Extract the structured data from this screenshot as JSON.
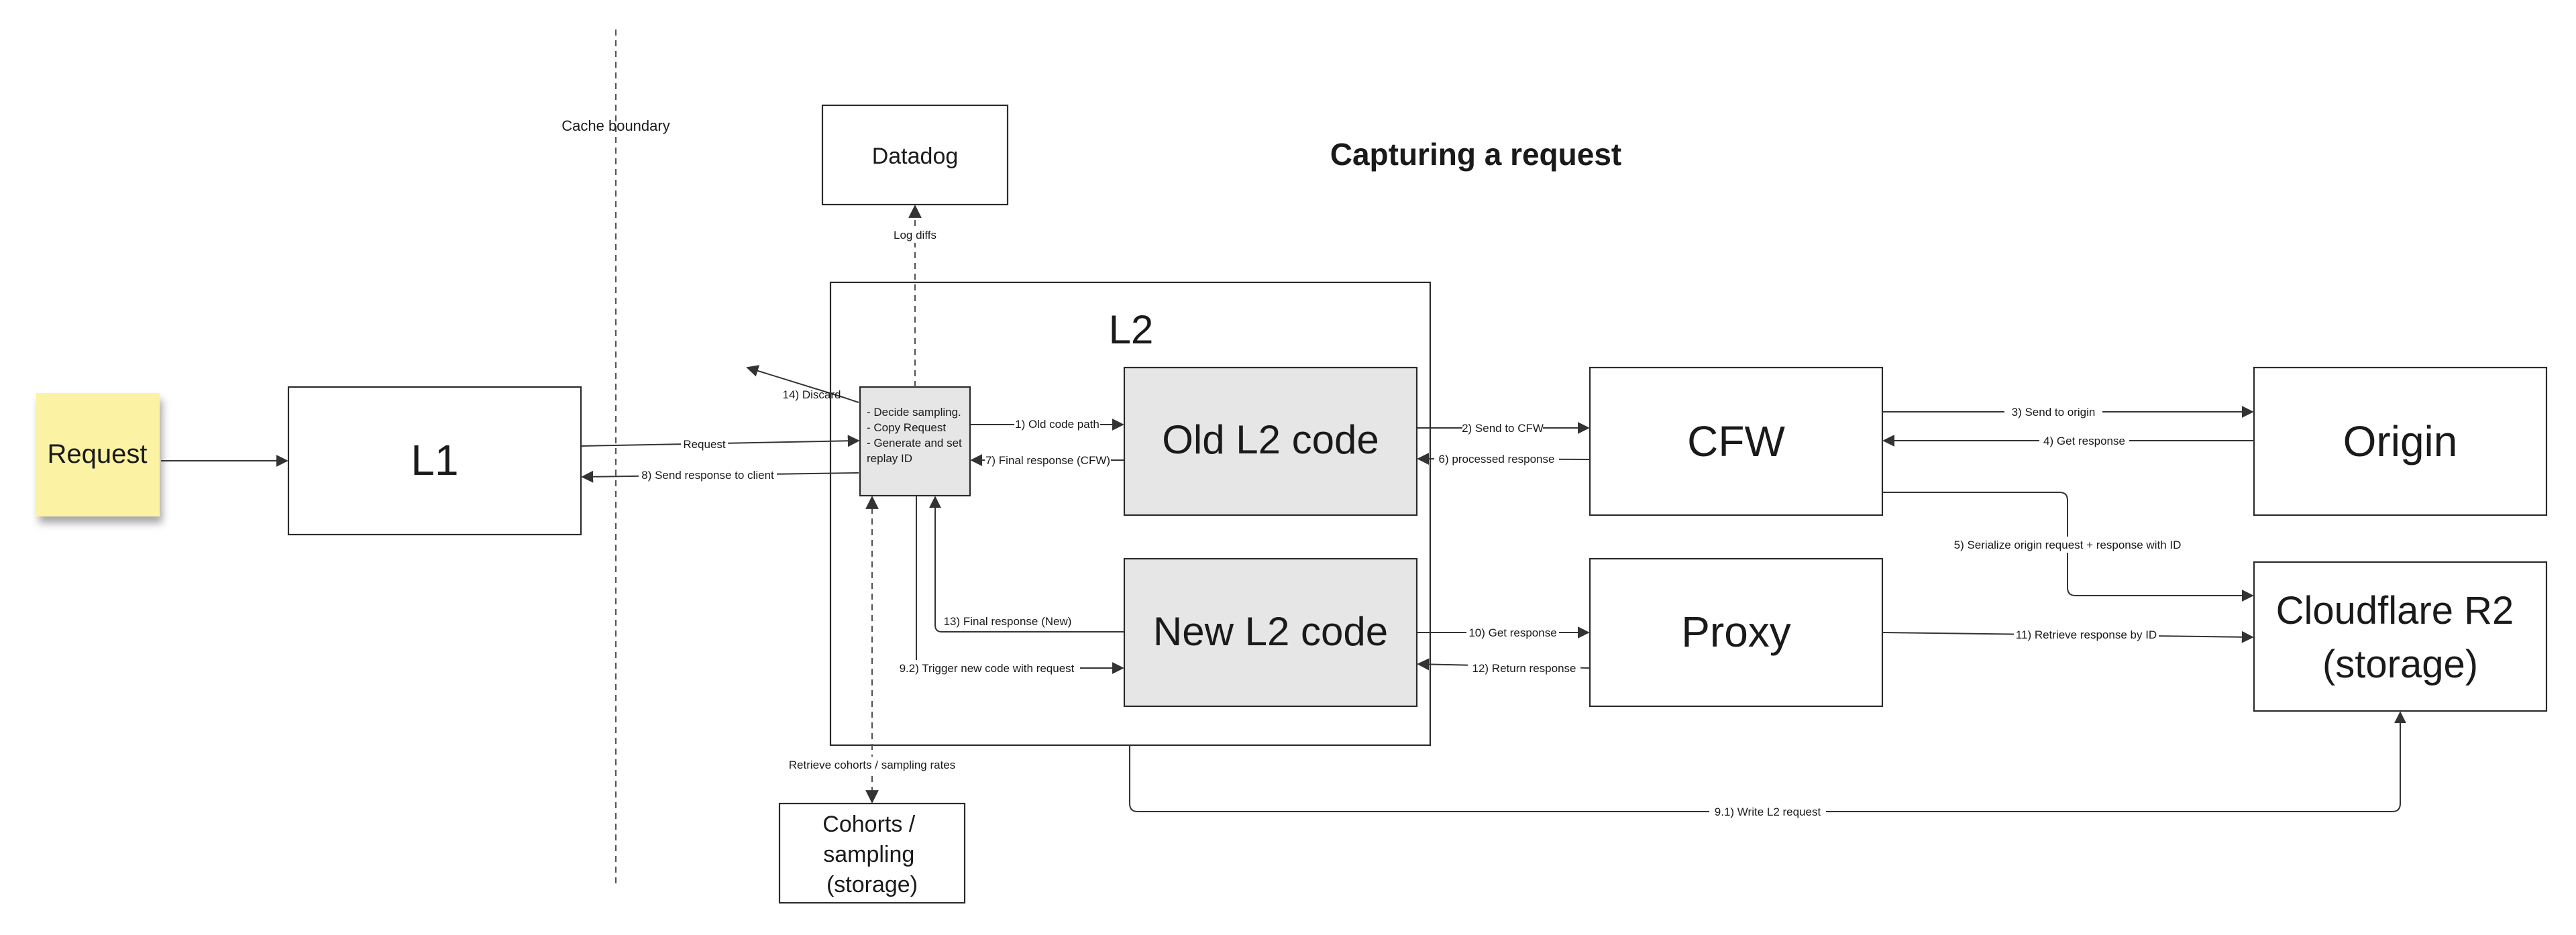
{
  "title": "Capturing a request",
  "boundary_label": "Cache boundary",
  "sticky_note": "Request",
  "nodes": {
    "l1": "L1",
    "l2": "L2",
    "datadog": "Datadog",
    "decide_lines": [
      "- Decide sampling.",
      "- Copy Request",
      "- Generate and set",
      "replay ID"
    ],
    "old_l2": "Old L2 code",
    "new_l2": "New L2 code",
    "cfw": "CFW",
    "proxy": "Proxy",
    "origin": "Origin",
    "r2_lines": [
      "Cloudflare R2",
      "(storage)"
    ],
    "cohorts_lines": [
      "Cohorts /",
      "sampling",
      "(storage)"
    ]
  },
  "edges": {
    "request": "Request",
    "send_to_client": "8) Send response to client",
    "discard": "14) Discard",
    "log_diffs": "Log diffs",
    "old_code_path": "1) Old code path",
    "final_cfw": "7) Final response (CFW)",
    "send_to_cfw": "2) Send to CFW",
    "processed": "6) processed response",
    "send_to_origin": "3) Send to origin",
    "get_response_origin": "4) Get response",
    "serialize": "5) Serialize origin request + response with ID",
    "final_new": "13) Final response (New)",
    "trigger_new": "9.2) Trigger new code with request",
    "get_response_proxy": "10) Get response",
    "return_response": "12) Return response",
    "retrieve_by_id": "11) Retrieve response by ID",
    "write_l2": "9.1) Write L2 request",
    "retrieve_cohorts": "Retrieve cohorts / sampling rates"
  },
  "colors": {
    "sticky": "#fbf3a3",
    "gray_box": "#e6e6e6",
    "stroke": "#2b2b2b"
  }
}
